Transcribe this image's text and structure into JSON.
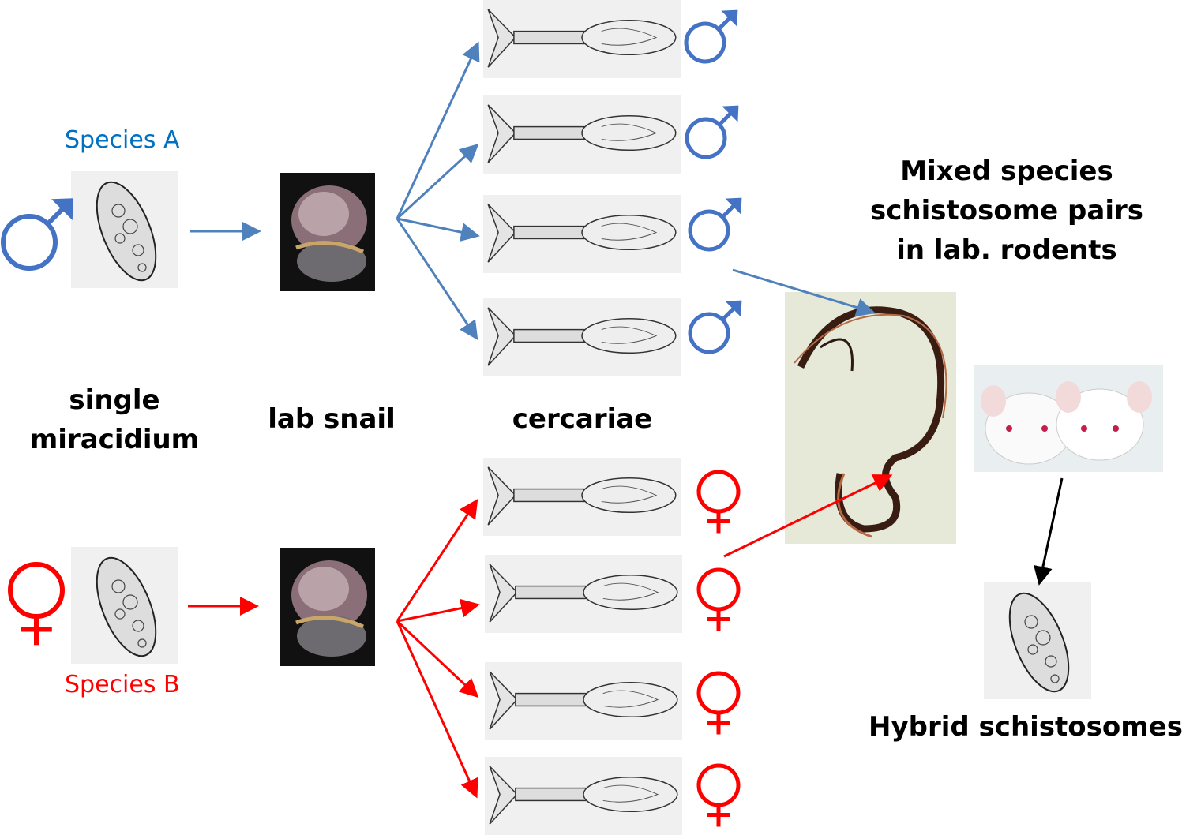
{
  "labels": {
    "species_a": "Species A",
    "species_b": "Species B",
    "single_miracidium": "single miracidium",
    "lab_snail": "lab snail",
    "cercariae": "cercariae",
    "mixed_pairs": "Mixed species schistosome pairs in lab. rodents",
    "hybrid": "Hybrid schistosomes"
  },
  "colors": {
    "species_a": "#0070C0",
    "species_b": "#FF0000",
    "blue_arrow": "#4F81BD",
    "male_symbol": "#4472C4",
    "female_symbol": "#FF0000"
  },
  "icons": [
    "male-symbol-icon",
    "female-symbol-icon",
    "miracidium-image",
    "snail-image",
    "cercaria-image",
    "worm-pair-image",
    "mice-image",
    "arrow-icon"
  ]
}
